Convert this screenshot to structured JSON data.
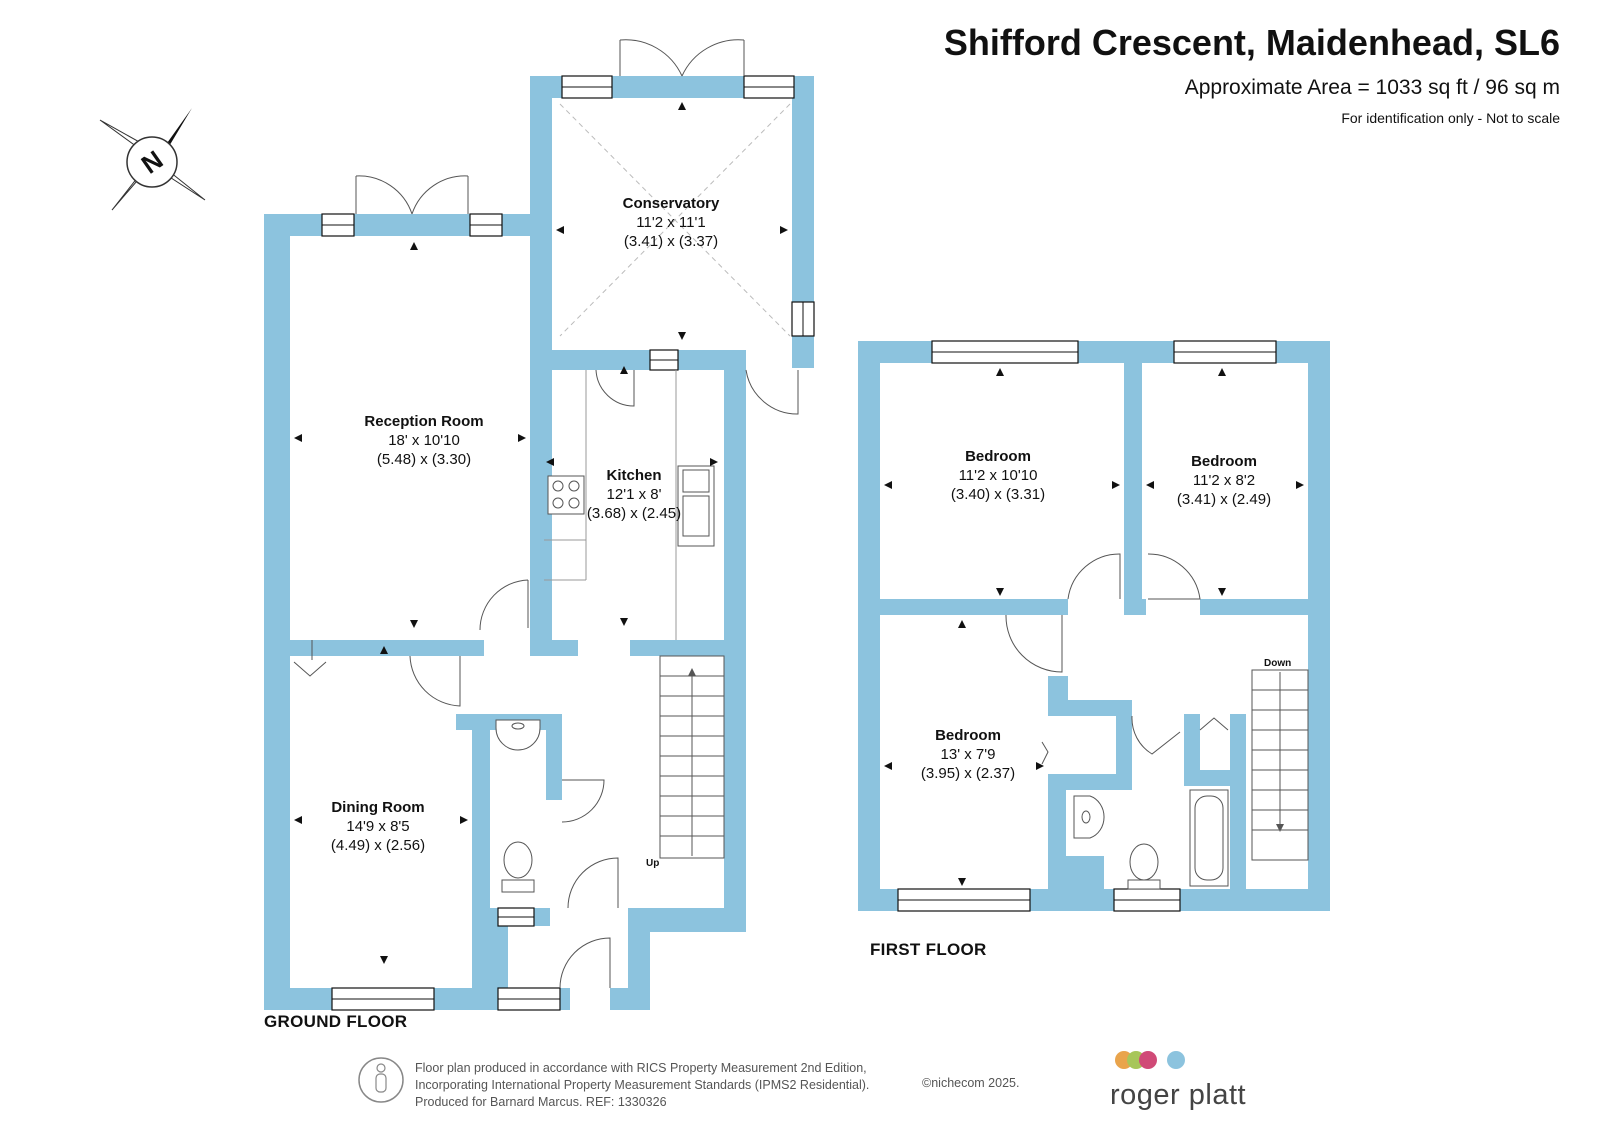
{
  "header": {
    "title": "Shifford Crescent, Maidenhead, SL6",
    "area": "Approximate Area =  1033 sq ft / 96 sq m",
    "note": "For identification only - Not to scale"
  },
  "compass": {
    "label": "N",
    "icon": "compass-rose-icon"
  },
  "floors": {
    "ground_label": "GROUND FLOOR",
    "first_label": "FIRST FLOOR"
  },
  "rooms": {
    "conservatory": {
      "name": "Conservatory",
      "imperial": "11'2 x 11'1",
      "metric": "(3.41) x (3.37)"
    },
    "reception": {
      "name": "Reception Room",
      "imperial": "18' x 10'10",
      "metric": "(5.48) x (3.30)"
    },
    "kitchen": {
      "name": "Kitchen",
      "imperial": "12'1 x 8'",
      "metric": "(3.68) x (2.45)"
    },
    "dining": {
      "name": "Dining Room",
      "imperial": "14'9 x 8'5",
      "metric": "(4.49) x (2.56)"
    },
    "bedroom1": {
      "name": "Bedroom",
      "imperial": "11'2 x 10'10",
      "metric": "(3.40) x (3.31)"
    },
    "bedroom2": {
      "name": "Bedroom",
      "imperial": "11'2 x 8'2",
      "metric": "(3.41) x (2.49)"
    },
    "bedroom3": {
      "name": "Bedroom",
      "imperial": "13' x 7'9",
      "metric": "(3.95) x (2.37)"
    }
  },
  "stairs": {
    "up": "Up",
    "down": "Down"
  },
  "footer": {
    "line1": "Floor plan produced in accordance with RICS Property Measurement 2nd Edition,",
    "line2": "Incorporating International Property Measurement Standards (IPMS2 Residential).",
    "line3": "Produced for Barnard Marcus.   REF:  1330326",
    "copyright": "©nichecom 2025."
  },
  "brand": {
    "name": "roger platt",
    "colors": [
      "#e9a44c",
      "#a7c65a",
      "#d04a77",
      "#8cc3de"
    ]
  },
  "colors": {
    "wall": "#8cc3de"
  }
}
